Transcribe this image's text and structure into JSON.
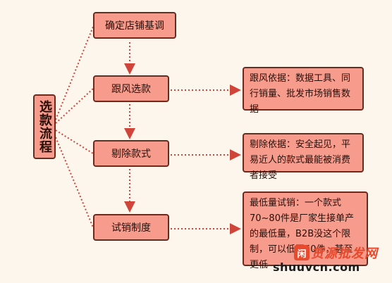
{
  "title": "选款流程",
  "steps": [
    {
      "label": "确定店铺基调"
    },
    {
      "label": "跟风选款"
    },
    {
      "label": "剔除款式"
    },
    {
      "label": "试销制度"
    }
  ],
  "notes": [
    {
      "text": "跟风依据：数据工具、同行销量、批发市场销售数据"
    },
    {
      "text": "剔除依据：安全起见，平易近人的款式最能被消费者接受"
    },
    {
      "text": "最低量试销：一个款式70~80件是厂家生接单产的最低量，B2B没这个限制，可以低至50件，甚至更低"
    }
  ],
  "watermark": {
    "badge": "闲",
    "brand_cn": "货源批发网",
    "url": "shuuvcn.com"
  },
  "colors": {
    "box_fill": "#f79b8d",
    "box_border": "#6a2b1f",
    "connector": "#d0453a",
    "background": "#fdf6ec"
  }
}
